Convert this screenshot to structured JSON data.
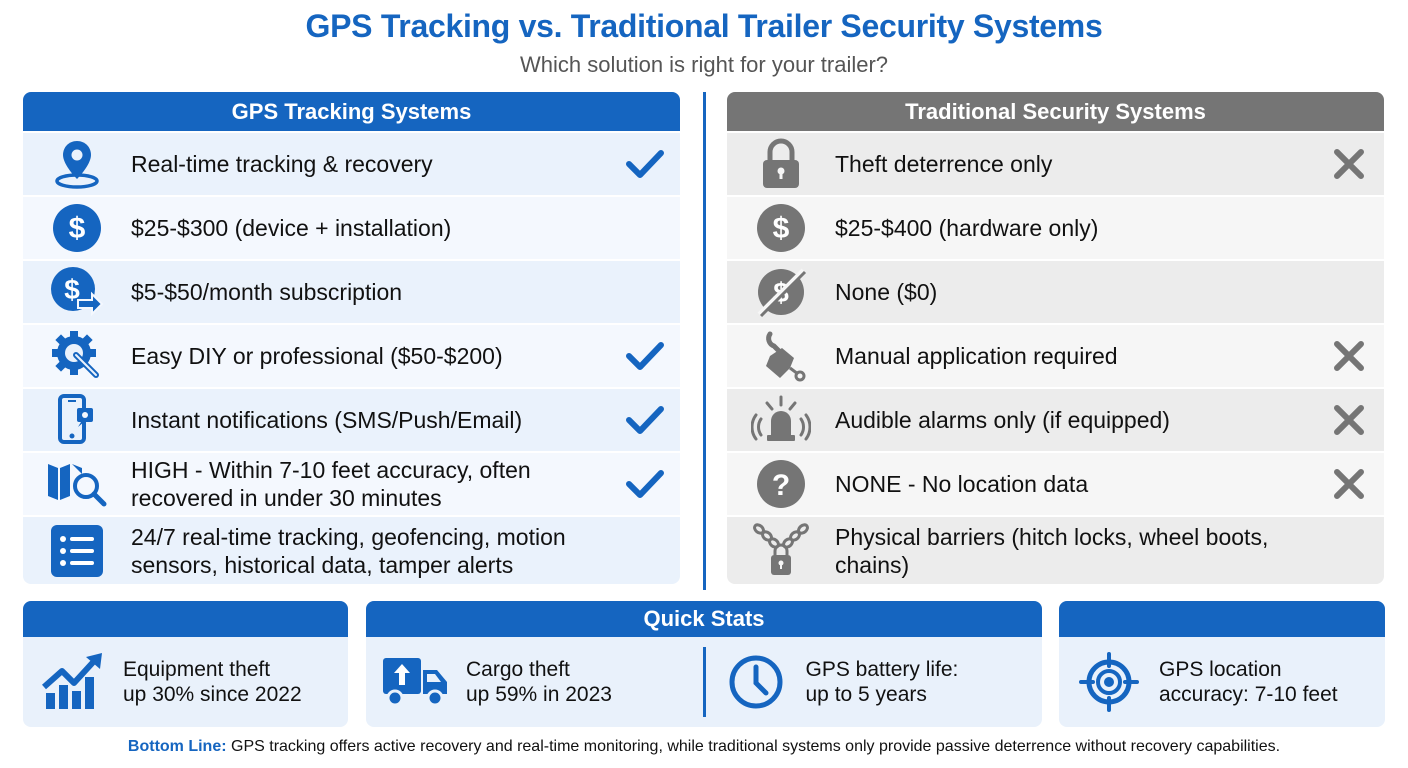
{
  "header": {
    "title": "GPS Tracking vs. Traditional Trailer Security Systems",
    "subtitle": "Which solution is right for your trailer?"
  },
  "colors": {
    "brand_blue": "#1565c0",
    "neutral_gray": "#757575",
    "gps_row_bg": "#eaf2fc",
    "trad_row_bg": "#ececec"
  },
  "gps": {
    "heading": "GPS Tracking Systems",
    "rows": [
      {
        "icon": "map-pin-icon",
        "text": "Real-time tracking & recovery",
        "mark": "check"
      },
      {
        "icon": "dollar-circle-icon",
        "text": "$25-$300 (device + installation)",
        "mark": ""
      },
      {
        "icon": "recurring-dollar-icon",
        "text": "$5-$50/month subscription",
        "mark": ""
      },
      {
        "icon": "gear-wrench-icon",
        "text": "Easy DIY or professional ($50-$200)",
        "mark": "check"
      },
      {
        "icon": "phone-notification-icon",
        "text": "Instant notifications (SMS/Push/Email)",
        "mark": "check"
      },
      {
        "icon": "map-search-icon",
        "text": "HIGH - Within 7-10 feet accuracy, often recovered in under 30 minutes",
        "mark": "check"
      },
      {
        "icon": "list-icon",
        "text": "24/7 real-time tracking, geofencing, motion sensors, historical data, tamper alerts",
        "mark": ""
      }
    ]
  },
  "traditional": {
    "heading": "Traditional Security Systems",
    "rows": [
      {
        "icon": "padlock-icon",
        "text": "Theft deterrence only",
        "mark": "x"
      },
      {
        "icon": "dollar-circle-icon",
        "text": "$25-$400 (hardware only)",
        "mark": ""
      },
      {
        "icon": "no-dollar-icon",
        "text": "None ($0)",
        "mark": ""
      },
      {
        "icon": "hand-wrench-icon",
        "text": "Manual application required",
        "mark": "x"
      },
      {
        "icon": "alarm-siren-icon",
        "text": "Audible alarms only (if equipped)",
        "mark": "x"
      },
      {
        "icon": "question-circle-icon",
        "text": "NONE - No location data",
        "mark": "x"
      },
      {
        "icon": "chain-lock-icon",
        "text": "Physical barriers (hitch locks, wheel boots, chains)",
        "mark": ""
      }
    ]
  },
  "quick_stats": {
    "heading": "Quick Stats",
    "items": [
      {
        "icon": "trend-up-chart-icon",
        "line1": "Equipment theft",
        "line2": "up 30% since 2022"
      },
      {
        "icon": "cargo-truck-icon",
        "line1": "Cargo theft",
        "line2": "up 59% in 2023"
      },
      {
        "icon": "clock-icon",
        "line1": "GPS battery life:",
        "line2": "up to 5 years"
      },
      {
        "icon": "target-crosshair-icon",
        "line1": "GPS location",
        "line2": "accuracy: 7-10 feet"
      }
    ]
  },
  "bottom_line": {
    "label": "Bottom Line:",
    "text": " GPS tracking offers active recovery and real-time monitoring, while traditional systems only provide passive deterrence without recovery capabilities."
  }
}
